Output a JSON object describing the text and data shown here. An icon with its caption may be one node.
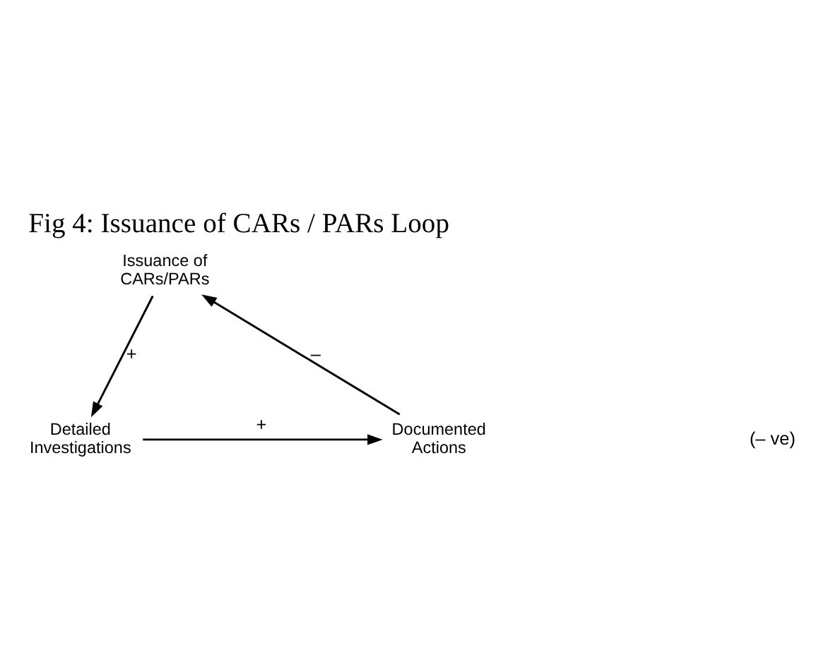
{
  "diagram": {
    "title": "Fig 4: Issuance of CARs / PARs Loop",
    "nodes": [
      {
        "text": [
          "Issuance of CARs/PARs"
        ]
      },
      {
        "text": [
          "Detailed Investigations"
        ]
      },
      {
        "text": [
          "Documented Actions"
        ]
      }
    ],
    "edges": [
      {
        "from": 0,
        "to": 1,
        "arrow": "to",
        "label": "+"
      },
      {
        "from": 1,
        "to": 2,
        "arrow": "to",
        "label": "+"
      },
      {
        "from": 2,
        "to": 0,
        "arrow": "to",
        "label": "–"
      }
    ],
    "labels": [
      "(– ve)"
    ]
  }
}
